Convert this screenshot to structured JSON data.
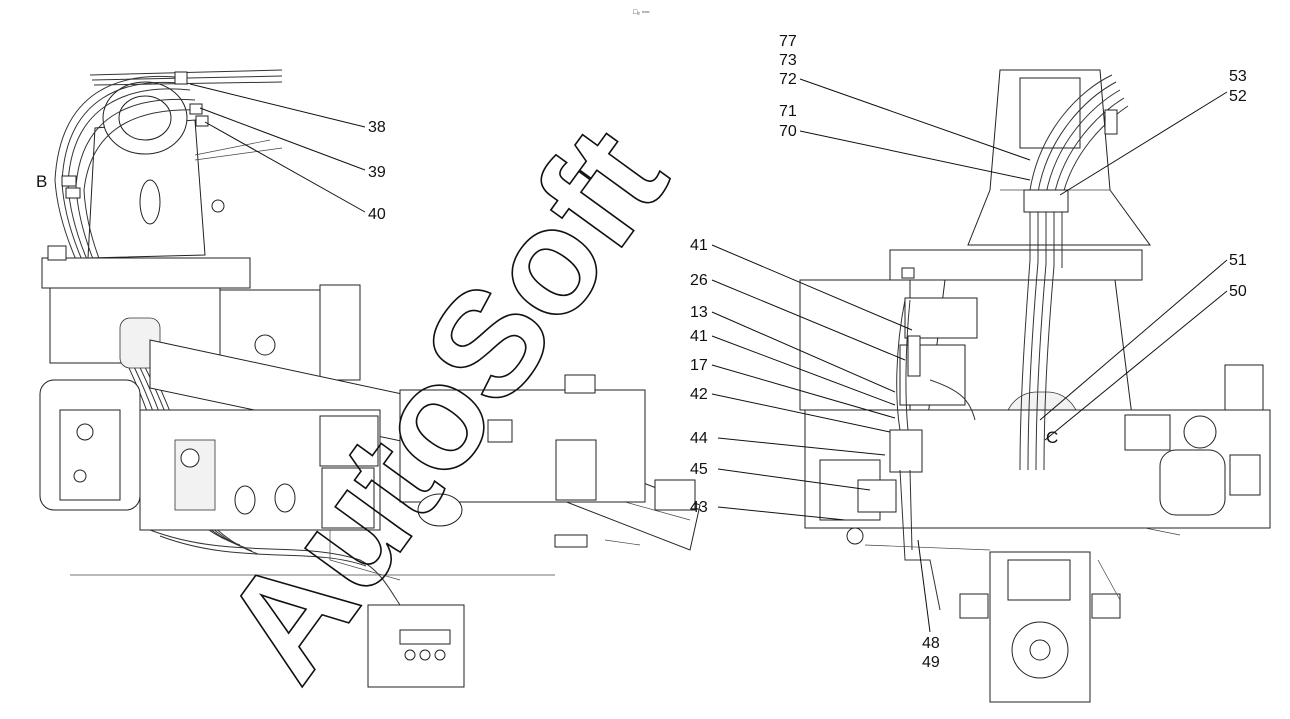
{
  "header_mark": "□₂ ▫▫▫",
  "watermark": "AutoSoft",
  "left_view": {
    "view_letter": "B",
    "callouts": [
      "38",
      "39",
      "40"
    ]
  },
  "right_view": {
    "view_letter": "C",
    "callouts_top": [
      "77",
      "73",
      "72",
      "71",
      "70",
      "53",
      "52"
    ],
    "callouts_valve": [
      "41",
      "26",
      "13",
      "41",
      "17",
      "42",
      "44",
      "45",
      "43"
    ],
    "callouts_side": [
      "51",
      "50"
    ],
    "callouts_bottom": [
      "48",
      "49"
    ]
  }
}
